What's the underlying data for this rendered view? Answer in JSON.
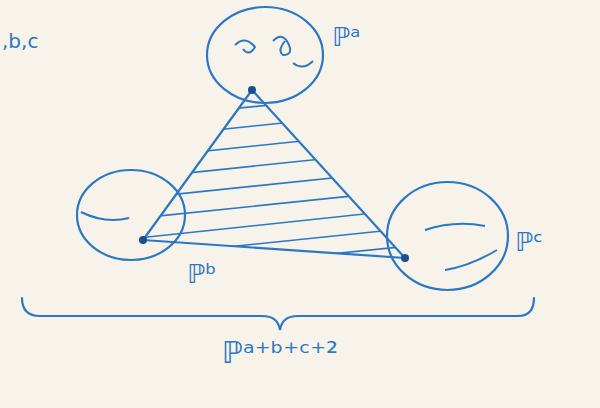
{
  "diagram": {
    "nodes": [
      {
        "text": [
          "ℙᵃ"
        ]
      },
      {
        "text": [
          "ℙᵇ"
        ]
      },
      {
        "text": [
          "ℙᶜ"
        ]
      }
    ],
    "edges": [
      {
        "from": 0,
        "to": 1,
        "arrow": "none"
      },
      {
        "from": 1,
        "to": 2,
        "arrow": "none"
      },
      {
        "from": 2,
        "to": 0,
        "arrow": "none"
      }
    ],
    "labels": [
      ",b,c",
      "ℙᵃ⁺ᵇ⁺ᶜ⁺²"
    ]
  }
}
